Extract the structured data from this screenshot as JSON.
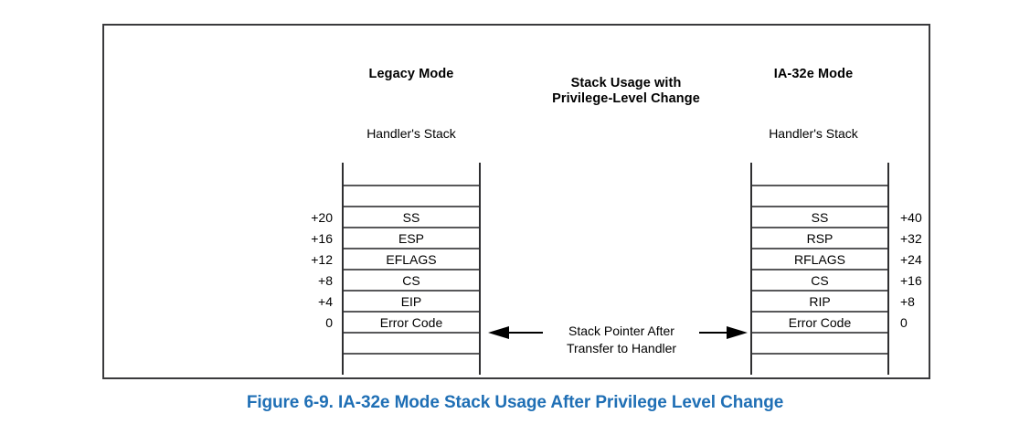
{
  "figure": {
    "caption": "Figure 6-9.  IA-32e Mode Stack Usage After Privilege Level Change",
    "caption_color": "#1f6fb5",
    "border_color": "#3a3a3c"
  },
  "headings": {
    "left_mode": "Legacy Mode",
    "center_title": "Stack Usage with\nPrivilege-Level Change",
    "right_mode": "IA-32e Mode",
    "left_stack_label": "Handler's Stack",
    "right_stack_label": "Handler's Stack"
  },
  "center_annotation": {
    "text": "Stack Pointer After\nTransfer to Handler",
    "left_arrow": "arrow-left-icon",
    "right_arrow": "arrow-right-icon"
  },
  "legacy_stack": {
    "offset_side": "left",
    "rows": [
      {
        "offset": "",
        "label": ""
      },
      {
        "offset": "",
        "label": ""
      },
      {
        "offset": "+20",
        "label": "SS"
      },
      {
        "offset": "+16",
        "label": "ESP"
      },
      {
        "offset": "+12",
        "label": "EFLAGS"
      },
      {
        "offset": "+8",
        "label": "CS"
      },
      {
        "offset": "+4",
        "label": "EIP"
      },
      {
        "offset": "0",
        "label": "Error Code"
      },
      {
        "offset": "",
        "label": ""
      },
      {
        "offset": "",
        "label": ""
      }
    ]
  },
  "ia32e_stack": {
    "offset_side": "right",
    "rows": [
      {
        "offset": "",
        "label": ""
      },
      {
        "offset": "",
        "label": ""
      },
      {
        "offset": "+40",
        "label": "SS"
      },
      {
        "offset": "+32",
        "label": "RSP"
      },
      {
        "offset": "+24",
        "label": "RFLAGS"
      },
      {
        "offset": "+16",
        "label": "CS"
      },
      {
        "offset": "+8",
        "label": "RIP"
      },
      {
        "offset": "0",
        "label": "Error Code"
      },
      {
        "offset": "",
        "label": ""
      },
      {
        "offset": "",
        "label": ""
      }
    ]
  }
}
